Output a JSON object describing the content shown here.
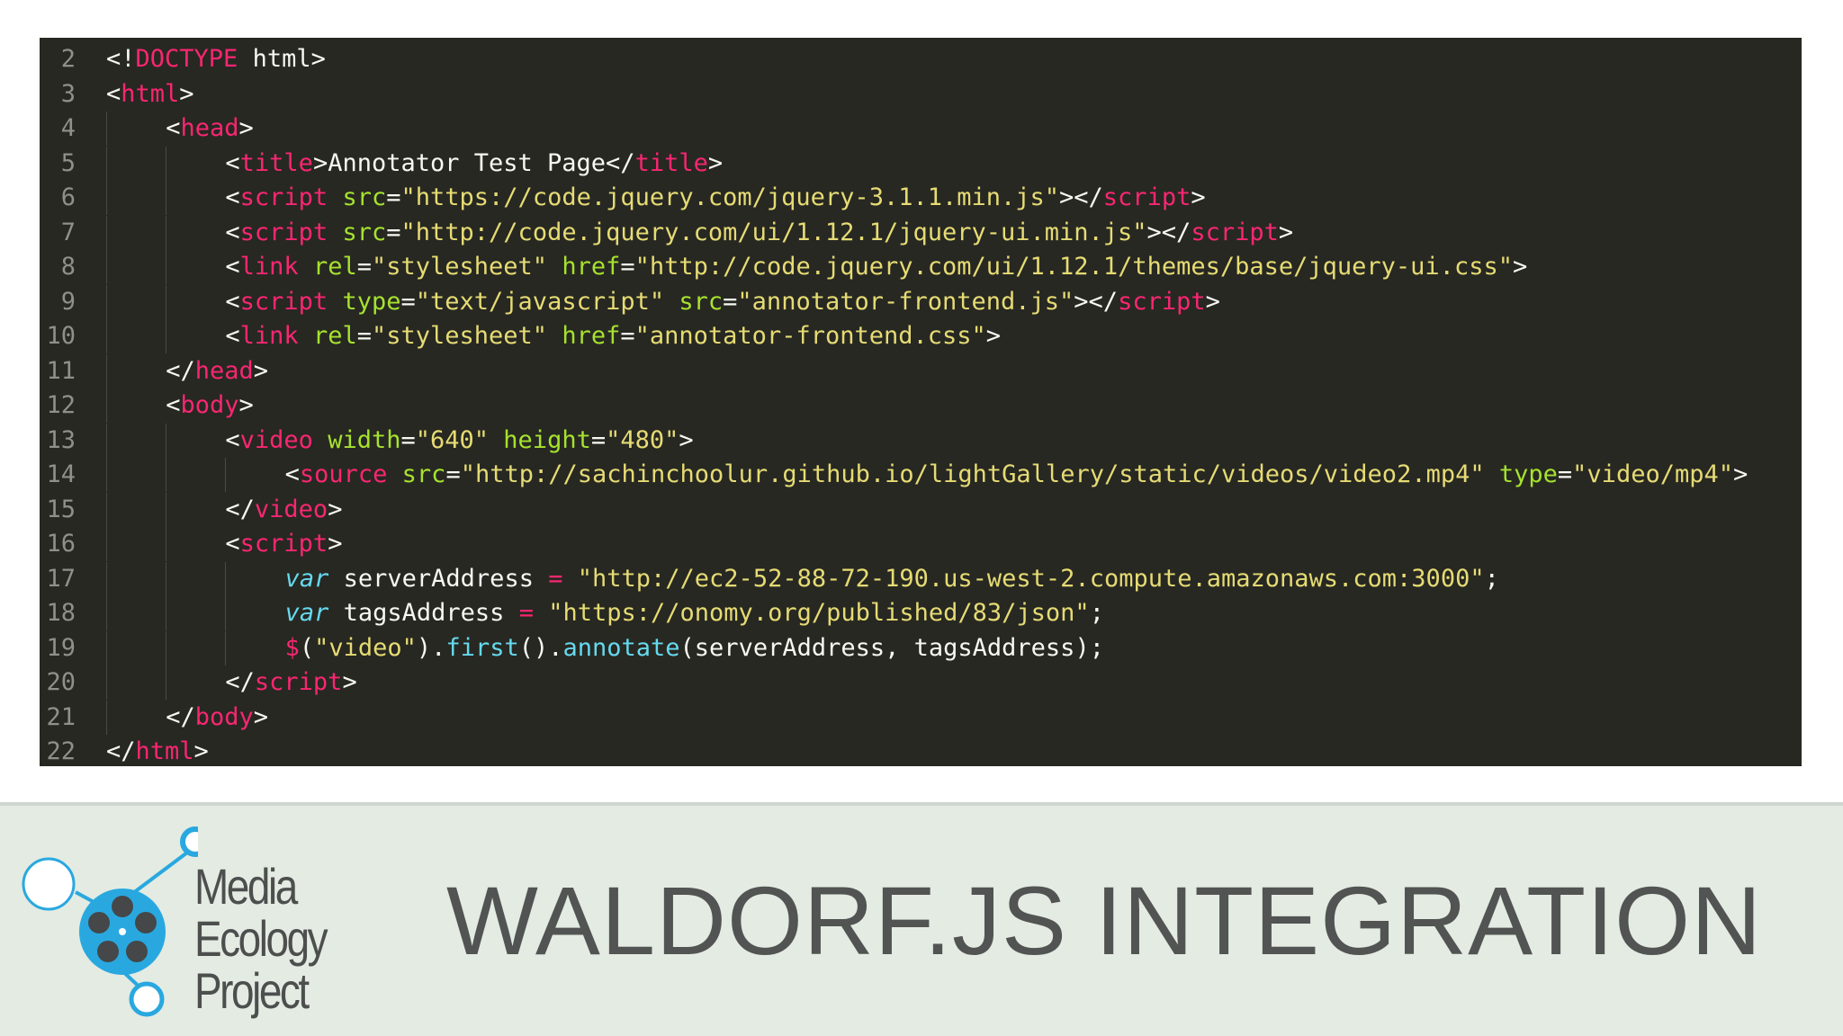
{
  "editor": {
    "lines": [
      {
        "num": "2",
        "indent": 0,
        "tokens": [
          [
            "plain",
            "<!"
          ],
          [
            "doctype",
            "DOCTYPE"
          ],
          [
            "plain",
            " html>"
          ]
        ]
      },
      {
        "num": "3",
        "indent": 0,
        "tokens": [
          [
            "plain",
            "<"
          ],
          [
            "tag",
            "html"
          ],
          [
            "plain",
            ">"
          ]
        ]
      },
      {
        "num": "4",
        "indent": 1,
        "tokens": [
          [
            "plain",
            "<"
          ],
          [
            "tag",
            "head"
          ],
          [
            "plain",
            ">"
          ]
        ]
      },
      {
        "num": "5",
        "indent": 2,
        "tokens": [
          [
            "plain",
            "<"
          ],
          [
            "tag",
            "title"
          ],
          [
            "plain",
            ">Annotator Test Page</"
          ],
          [
            "tag",
            "title"
          ],
          [
            "plain",
            ">"
          ]
        ]
      },
      {
        "num": "6",
        "indent": 2,
        "tokens": [
          [
            "plain",
            "<"
          ],
          [
            "tag",
            "script"
          ],
          [
            "plain",
            " "
          ],
          [
            "attr",
            "src"
          ],
          [
            "plain",
            "="
          ],
          [
            "str",
            "\"https://code.jquery.com/jquery-3.1.1.min.js\""
          ],
          [
            "plain",
            "></"
          ],
          [
            "tag",
            "script"
          ],
          [
            "plain",
            ">"
          ]
        ]
      },
      {
        "num": "7",
        "indent": 2,
        "tokens": [
          [
            "plain",
            "<"
          ],
          [
            "tag",
            "script"
          ],
          [
            "plain",
            " "
          ],
          [
            "attr",
            "src"
          ],
          [
            "plain",
            "="
          ],
          [
            "str",
            "\"http://code.jquery.com/ui/1.12.1/jquery-ui.min.js\""
          ],
          [
            "plain",
            "></"
          ],
          [
            "tag",
            "script"
          ],
          [
            "plain",
            ">"
          ]
        ]
      },
      {
        "num": "8",
        "indent": 2,
        "tokens": [
          [
            "plain",
            "<"
          ],
          [
            "tag",
            "link"
          ],
          [
            "plain",
            " "
          ],
          [
            "attr",
            "rel"
          ],
          [
            "plain",
            "="
          ],
          [
            "str",
            "\"stylesheet\""
          ],
          [
            "plain",
            " "
          ],
          [
            "attr",
            "href"
          ],
          [
            "plain",
            "="
          ],
          [
            "str",
            "\"http://code.jquery.com/ui/1.12.1/themes/base/jquery-ui.css\""
          ],
          [
            "plain",
            ">"
          ]
        ]
      },
      {
        "num": "9",
        "indent": 2,
        "tokens": [
          [
            "plain",
            "<"
          ],
          [
            "tag",
            "script"
          ],
          [
            "plain",
            " "
          ],
          [
            "attr",
            "type"
          ],
          [
            "plain",
            "="
          ],
          [
            "str",
            "\"text/javascript\""
          ],
          [
            "plain",
            " "
          ],
          [
            "attr",
            "src"
          ],
          [
            "plain",
            "="
          ],
          [
            "str",
            "\"annotator-frontend.js\""
          ],
          [
            "plain",
            "></"
          ],
          [
            "tag",
            "script"
          ],
          [
            "plain",
            ">"
          ]
        ]
      },
      {
        "num": "10",
        "indent": 2,
        "tokens": [
          [
            "plain",
            "<"
          ],
          [
            "tag",
            "link"
          ],
          [
            "plain",
            " "
          ],
          [
            "attr",
            "rel"
          ],
          [
            "plain",
            "="
          ],
          [
            "str",
            "\"stylesheet\""
          ],
          [
            "plain",
            " "
          ],
          [
            "attr",
            "href"
          ],
          [
            "plain",
            "="
          ],
          [
            "str",
            "\"annotator-frontend.css\""
          ],
          [
            "plain",
            ">"
          ]
        ]
      },
      {
        "num": "11",
        "indent": 1,
        "tokens": [
          [
            "plain",
            "</"
          ],
          [
            "tag",
            "head"
          ],
          [
            "plain",
            ">"
          ]
        ]
      },
      {
        "num": "12",
        "indent": 1,
        "tokens": [
          [
            "plain",
            "<"
          ],
          [
            "tag",
            "body"
          ],
          [
            "plain",
            ">"
          ]
        ]
      },
      {
        "num": "13",
        "indent": 2,
        "tokens": [
          [
            "plain",
            "<"
          ],
          [
            "tag",
            "video"
          ],
          [
            "plain",
            " "
          ],
          [
            "attr",
            "width"
          ],
          [
            "plain",
            "="
          ],
          [
            "str",
            "\"640\""
          ],
          [
            "plain",
            " "
          ],
          [
            "attr",
            "height"
          ],
          [
            "plain",
            "="
          ],
          [
            "str",
            "\"480\""
          ],
          [
            "plain",
            ">"
          ]
        ]
      },
      {
        "num": "14",
        "indent": 3,
        "tokens": [
          [
            "plain",
            "<"
          ],
          [
            "tag",
            "source"
          ],
          [
            "plain",
            " "
          ],
          [
            "attr",
            "src"
          ],
          [
            "plain",
            "="
          ],
          [
            "str",
            "\"http://sachinchoolur.github.io/lightGallery/static/videos/video2.mp4\""
          ],
          [
            "plain",
            " "
          ],
          [
            "attr",
            "type"
          ],
          [
            "plain",
            "="
          ],
          [
            "str",
            "\"video/mp4\""
          ],
          [
            "plain",
            ">"
          ]
        ]
      },
      {
        "num": "15",
        "indent": 2,
        "tokens": [
          [
            "plain",
            "</"
          ],
          [
            "tag",
            "video"
          ],
          [
            "plain",
            ">"
          ]
        ]
      },
      {
        "num": "16",
        "indent": 2,
        "tokens": [
          [
            "plain",
            "<"
          ],
          [
            "tag",
            "script"
          ],
          [
            "plain",
            ">"
          ]
        ]
      },
      {
        "num": "17",
        "indent": 3,
        "tokens": [
          [
            "kw",
            "var"
          ],
          [
            "plain",
            " serverAddress "
          ],
          [
            "op",
            "="
          ],
          [
            "plain",
            " "
          ],
          [
            "str",
            "\"http://ec2-52-88-72-190.us-west-2.compute.amazonaws.com:3000\""
          ],
          [
            "plain",
            ";"
          ]
        ]
      },
      {
        "num": "18",
        "indent": 3,
        "tokens": [
          [
            "kw",
            "var"
          ],
          [
            "plain",
            " tagsAddress "
          ],
          [
            "op",
            "="
          ],
          [
            "plain",
            " "
          ],
          [
            "str",
            "\"https://onomy.org/published/83/json\""
          ],
          [
            "plain",
            ";"
          ]
        ]
      },
      {
        "num": "19",
        "indent": 3,
        "tokens": [
          [
            "op",
            "$"
          ],
          [
            "plain",
            "("
          ],
          [
            "str",
            "\"video\""
          ],
          [
            "plain",
            ")."
          ],
          [
            "fn",
            "first"
          ],
          [
            "plain",
            "()."
          ],
          [
            "fn",
            "annotate"
          ],
          [
            "plain",
            "(serverAddress, tagsAddress);"
          ]
        ]
      },
      {
        "num": "20",
        "indent": 2,
        "tokens": [
          [
            "plain",
            "</"
          ],
          [
            "tag",
            "script"
          ],
          [
            "plain",
            ">"
          ]
        ]
      },
      {
        "num": "21",
        "indent": 1,
        "tokens": [
          [
            "plain",
            "</"
          ],
          [
            "tag",
            "body"
          ],
          [
            "plain",
            ">"
          ]
        ]
      },
      {
        "num": "22",
        "indent": 0,
        "tokens": [
          [
            "plain",
            "</"
          ],
          [
            "tag",
            "html"
          ],
          [
            "plain",
            ">"
          ]
        ]
      }
    ]
  },
  "footer": {
    "logo": {
      "line1": "Media",
      "line2": "Ecology",
      "line3": "Project",
      "accent_color": "#29a8e0"
    },
    "title": "WALDORF.JS INTEGRATION"
  }
}
